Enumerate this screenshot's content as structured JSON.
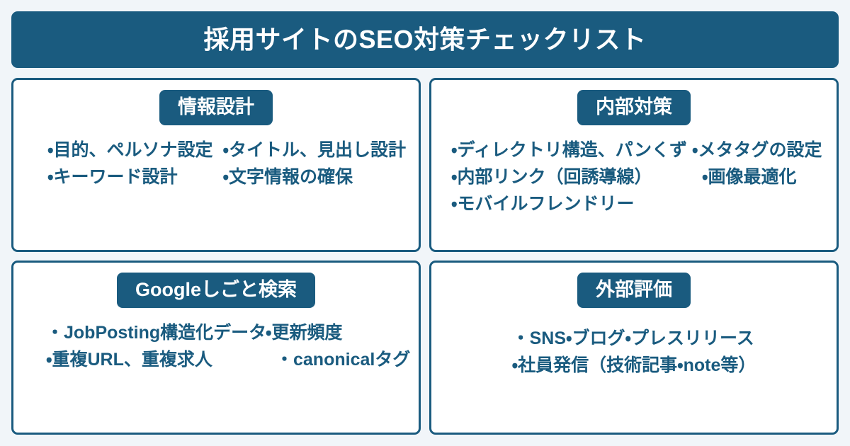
{
  "colors": {
    "background": "#f1f5f9",
    "accent": "#1a5b7f",
    "panel_fill": "#ffffff",
    "heading_text": "#ffffff",
    "item_text": "#1a5b7f"
  },
  "header": {
    "title": "採用サイトのSEO対策チェックリスト"
  },
  "panels": [
    {
      "heading": "情報設計",
      "columns": [
        {
          "items": [
            "・目的、ペルソナ設定",
            "・キーワード設計"
          ]
        },
        {
          "items": [
            "・タイトル、見出し設計",
            "・文字情報の確保"
          ]
        }
      ]
    },
    {
      "heading": "内部対策",
      "columns": [
        {
          "items": [
            "・ディレクトリ構造、パンくず",
            "・内部リンク（回誘導線）",
            "・モバイルフレンドリー"
          ]
        },
        {
          "items": [
            "・メタタグの設定",
            "・画像最適化"
          ]
        }
      ]
    },
    {
      "heading": "Googleしごと検索",
      "columns": [
        {
          "items": [
            "・JobPosting構造化データ",
            "・重複URL、重複求人"
          ]
        },
        {
          "items": [
            "・更新頻度",
            "・canonicalタグ"
          ]
        }
      ]
    },
    {
      "heading": "外部評価",
      "columns": [
        {
          "items": [
            "・SNS・ブログ・プレスリリース",
            "・社員発信（技術記事・note等）"
          ]
        }
      ]
    }
  ]
}
